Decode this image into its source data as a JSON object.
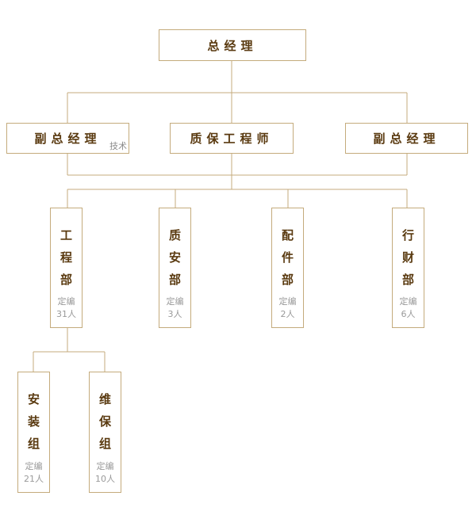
{
  "ceo": "总经理",
  "level2": [
    {
      "title": "副总经理",
      "tag": "技术"
    },
    {
      "title": "质保工程师"
    },
    {
      "title": "副总经理"
    }
  ],
  "departments": [
    {
      "title": "工程部",
      "quota_label": "定编",
      "quota_count": "31人"
    },
    {
      "title": "质安部",
      "quota_label": "定编",
      "quota_count": "3人"
    },
    {
      "title": "配件部",
      "quota_label": "定编",
      "quota_count": "2人"
    },
    {
      "title": "行财部",
      "quota_label": "定编",
      "quota_count": "6人"
    }
  ],
  "groups": [
    {
      "title": "安装组",
      "quota_label": "定编",
      "quota_count": "21人"
    },
    {
      "title": "维保组",
      "quota_label": "定编",
      "quota_count": "10人"
    }
  ],
  "line_color": "#c4ab7c",
  "text_color": "#5a3a10"
}
